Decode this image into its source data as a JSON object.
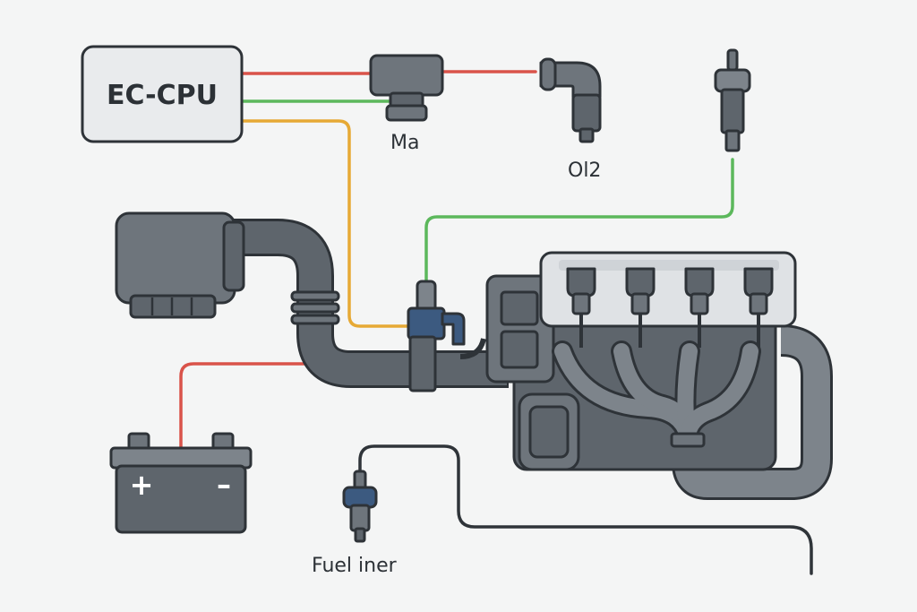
{
  "labels": {
    "ecu": "EC-CPU",
    "map_sensor": "Ma",
    "o2_sensor": "Ol2",
    "fuel_injector": "Fuel iner",
    "battery_plus": "+",
    "battery_minus": "–"
  },
  "colors": {
    "background": "#f4f5f5",
    "outline": "#2e3338",
    "body_dark": "#5e656c",
    "body_mid": "#6e757c",
    "body_light": "#7d848b",
    "ecu_fill": "#e9ebed",
    "engine_cover": "#dfe2e5",
    "wire_red": "#d9534a",
    "wire_green": "#5cb85c",
    "wire_orange": "#e6a935",
    "wire_black": "#2f3439",
    "injector_blue": "#3c5a80"
  },
  "icons": [
    "ecu-box",
    "map-sensor",
    "o2-sensor-elbow",
    "spark-plug-sensor",
    "air-filter-box",
    "intake-pipe",
    "throttle-injector",
    "engine-block",
    "battery",
    "fuel-injector"
  ]
}
